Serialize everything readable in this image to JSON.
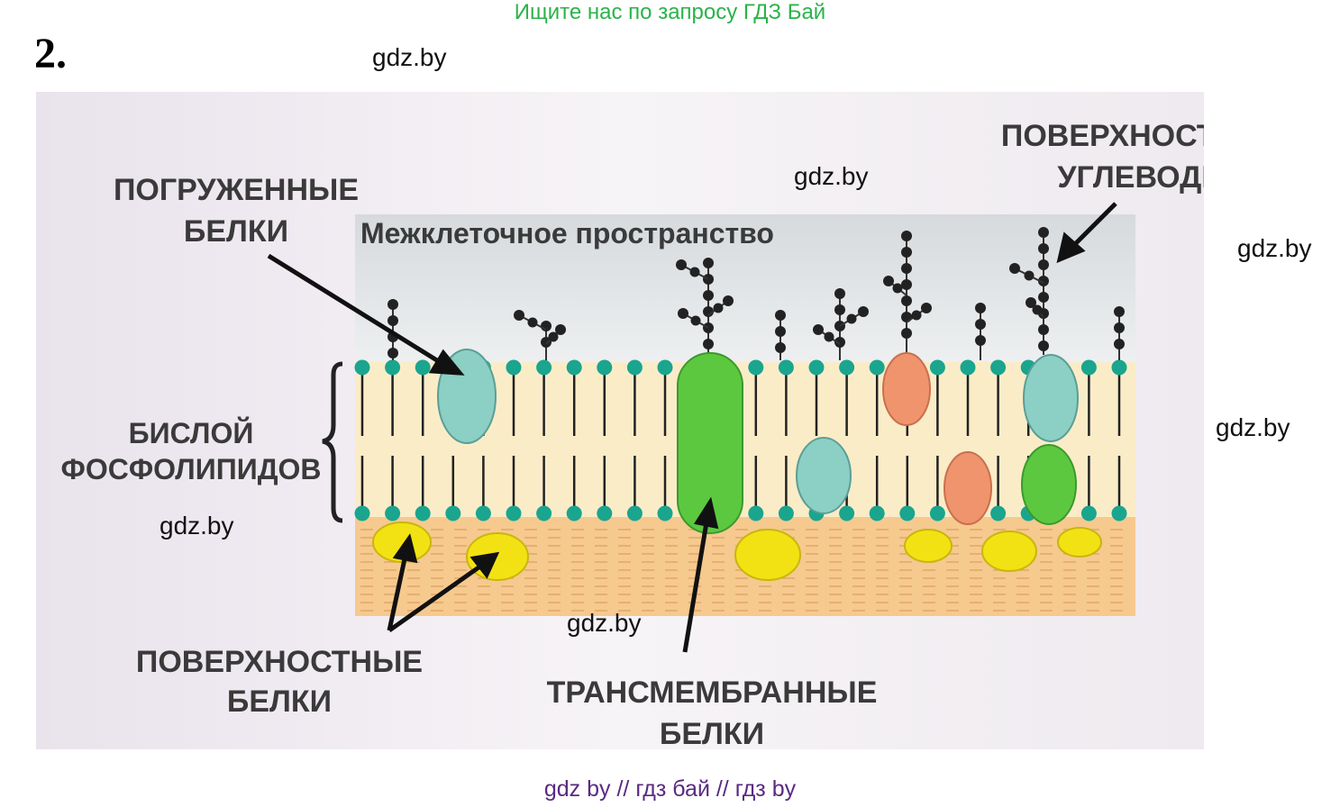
{
  "header": {
    "search_hint": "Ищите нас по запросу ГДЗ Бай",
    "task_number": "2."
  },
  "watermarks": [
    "gdz.by",
    "gdz.by",
    "gdz.by",
    "gdz.by",
    "gdz.by",
    "gdz.by"
  ],
  "diagram": {
    "space_label": "Межклеточное пространство",
    "label_embedded_1": "ПОГРУЖЕННЫЕ",
    "label_embedded_2": "БЕЛКИ",
    "label_carbs_1": "ПОВЕРХНОСТНЫЕ",
    "label_carbs_2": "УГЛЕВОДЫ",
    "label_bilayer_1": "БИСЛОЙ",
    "label_bilayer_2": "ФОСФОЛИПИДОВ",
    "label_surface_proteins_1": "ПОВЕРХНОСТНЫЕ",
    "label_surface_proteins_2": "БЕЛКИ",
    "label_transmembrane_1": "ТРАНСМЕМБРАННЫЕ",
    "label_transmembrane_2": "БЕЛКИ",
    "colors": {
      "head": "#1aa58f",
      "tail_zone": "#fbecc8",
      "inner_zone": "#f6c98f",
      "green_protein": "#5cc840",
      "teal_protein": "#8ccfc4",
      "salmon_protein": "#f0946e",
      "yellow_protein": "#f3e213",
      "carb": "#222222"
    }
  },
  "footer": {
    "links": "gdz by  //  гдз бай  //  гдз by"
  }
}
